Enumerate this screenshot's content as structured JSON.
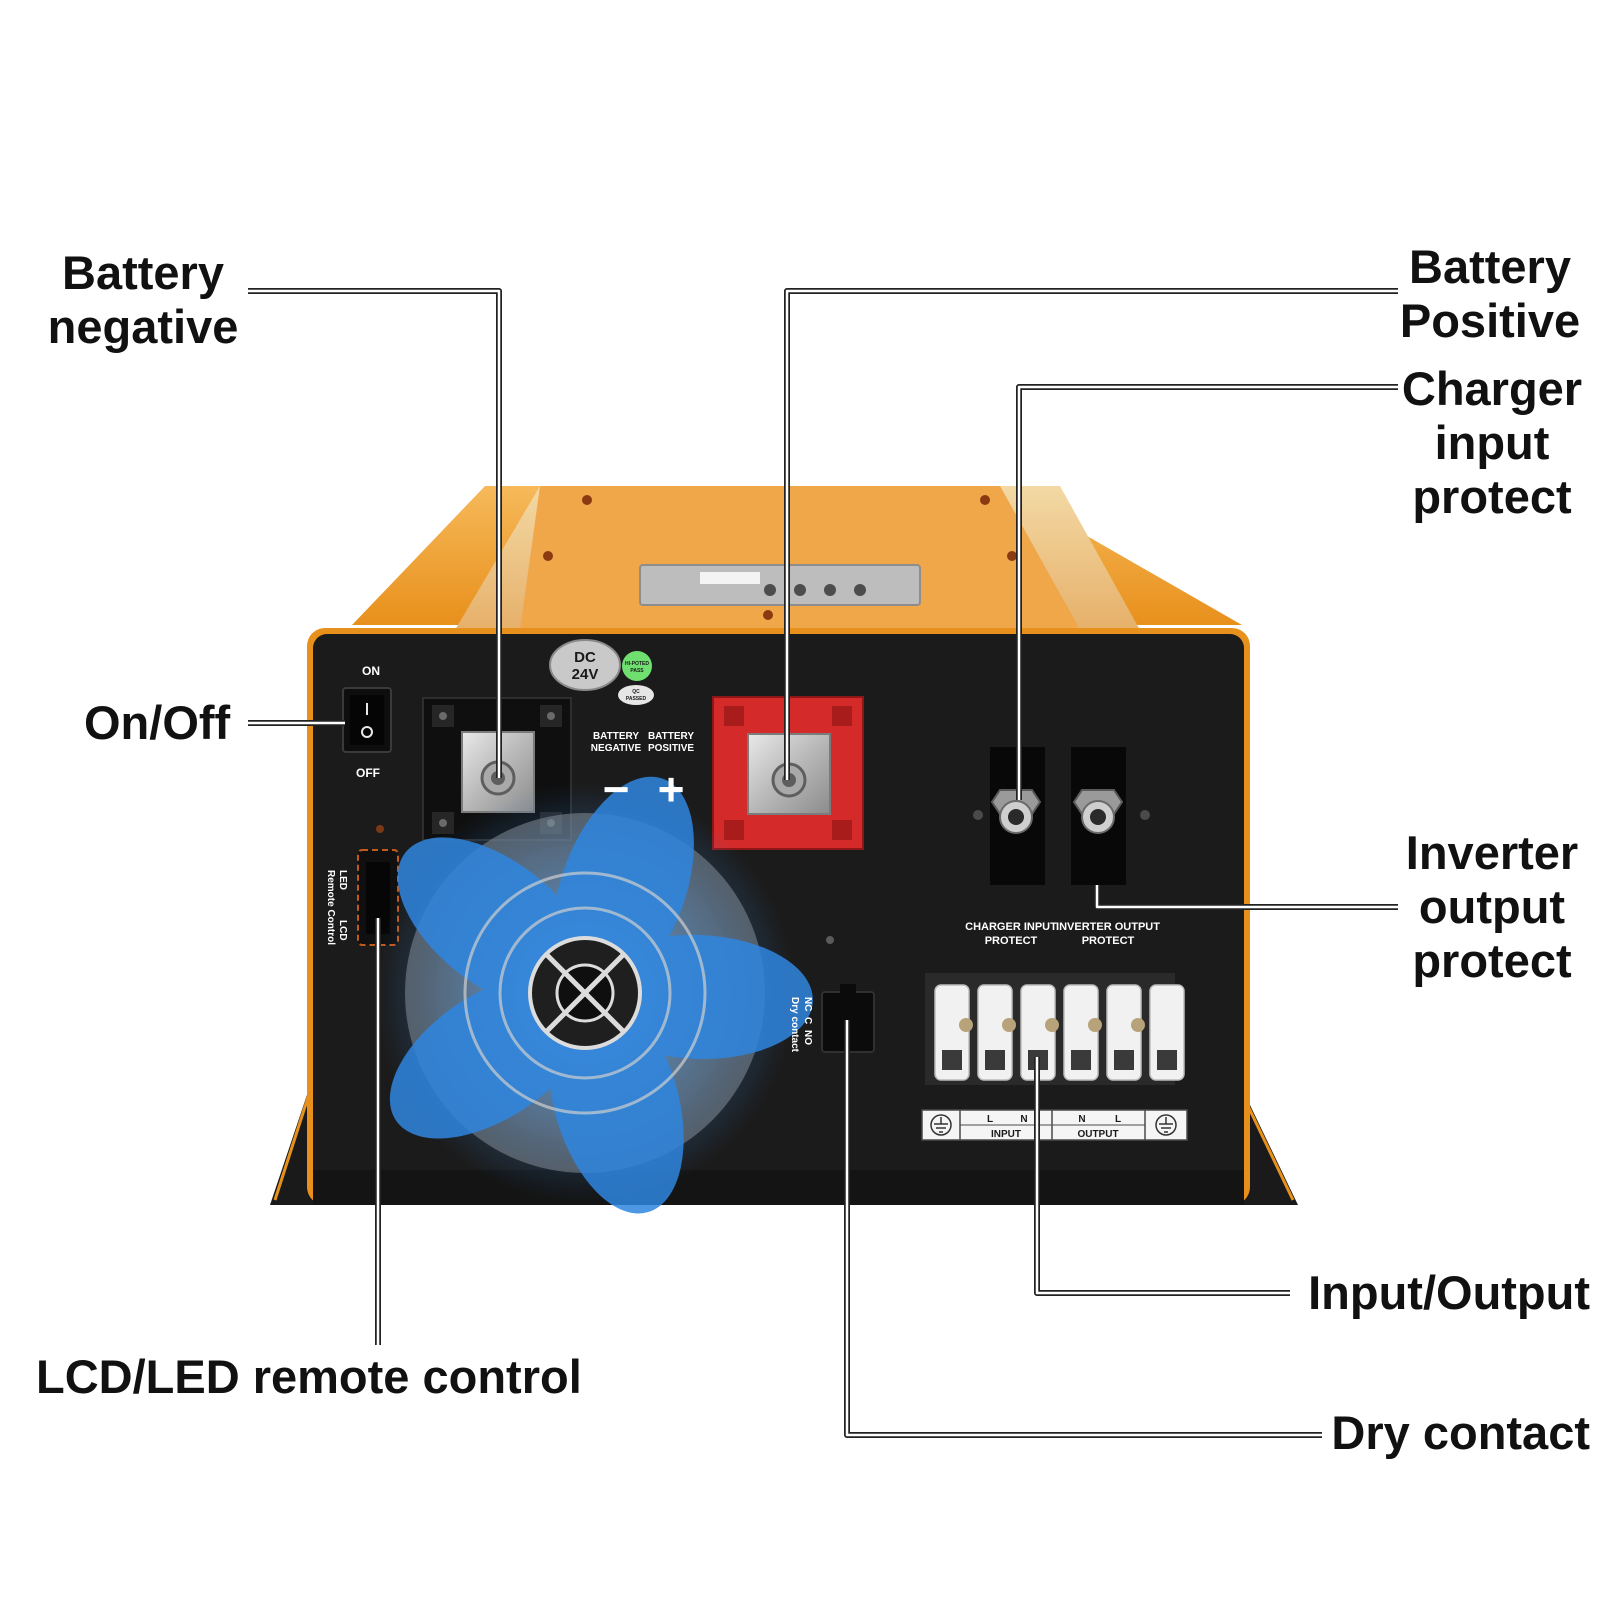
{
  "callouts": {
    "battery_negative": "Battery\nnegative",
    "battery_positive": "Battery\nPositive",
    "charger_input_protect": "Charger\ninput\nprotect",
    "on_off": "On/Off",
    "inverter_output_protect": "Inverter\noutput\nprotect",
    "input_output": "Input/Output",
    "lcd_led_remote": "LCD/LED remote control",
    "dry_contact": "Dry contact"
  },
  "panel": {
    "switch_on": "ON",
    "switch_off": "OFF",
    "dc_badge_line1": "DC",
    "dc_badge_line2": "24V",
    "hipot_line1": "HI-POTED",
    "hipot_line2": "PASS",
    "qc_line1": "QC",
    "qc_line2": "PASSED",
    "batt_neg_line1": "BATTERY",
    "batt_neg_line2": "NEGATIVE",
    "batt_pos_line1": "BATTERY",
    "batt_pos_line2": "POSITIVE",
    "minus_sign": "−",
    "plus_sign": "+",
    "remote_led": "LED",
    "remote_lcd": "LCD",
    "remote_control": "Remote Control",
    "dry_nc": "NC",
    "dry_c": "C",
    "dry_no": "NO",
    "dry_contact": "Dry contact",
    "charger_protect_line1": "CHARGER INPUT",
    "charger_protect_line2": "PROTECT",
    "inverter_protect_line1": "INVERTER OUTPUT",
    "inverter_protect_line2": "PROTECT",
    "term_l1": "L",
    "term_n1": "N",
    "term_n2": "N",
    "term_l2": "L",
    "term_input": "INPUT",
    "term_output": "OUTPUT"
  },
  "colors": {
    "housing_orange": "#e8901c",
    "panel_black": "#1b1b1b",
    "terminal_red": "#d42a2a",
    "fan_blue": "#2f86e0",
    "badge_green": "#6fe06f"
  }
}
